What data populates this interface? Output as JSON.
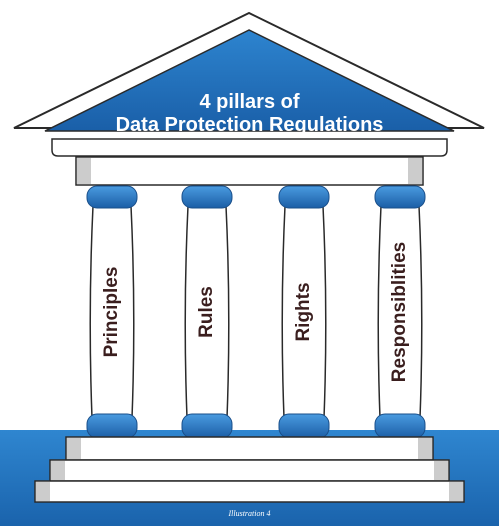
{
  "roof": {
    "title_line_1": "4 pillars of",
    "title_line_2": "Data Protection Regulations"
  },
  "pillars": [
    {
      "label": "Principles"
    },
    {
      "label": "Rules"
    },
    {
      "label": "Rights"
    },
    {
      "label": "Responsiblities"
    }
  ],
  "caption": "Illustration 4",
  "colors": {
    "blue": "#1e6fb8",
    "blue_light": "#3a8fd8",
    "outline": "#2a2a2a",
    "label": "#3a1e1e"
  }
}
